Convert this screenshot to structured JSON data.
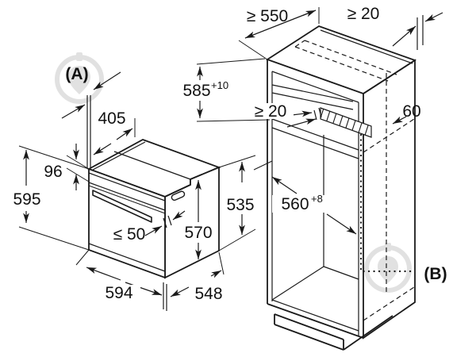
{
  "figure": {
    "kind": "appliance installation diagram",
    "views": {
      "oven": {
        "marker": "(A)",
        "dimensions": {
          "top_depth": "405",
          "control_panel_height": "96",
          "height": "595",
          "front_clearance": "≤ 50",
          "body_height": "570",
          "rear_height": "535",
          "width": "594",
          "depth": "548"
        }
      },
      "cabinet": {
        "marker": "(B)",
        "dimensions": {
          "niche_depth_min": "≥ 550",
          "rear_gap_top": "≥ 20",
          "niche_height": "585",
          "niche_height_tolerance": "+10",
          "vent_gap": "≥ 20",
          "vent_strip": "60",
          "niche_width": "560",
          "niche_width_tolerance": "+8"
        }
      }
    },
    "colors": {
      "line": "#1a1a1a",
      "background": "#ffffff",
      "watermark": "#c4c4c4"
    }
  }
}
